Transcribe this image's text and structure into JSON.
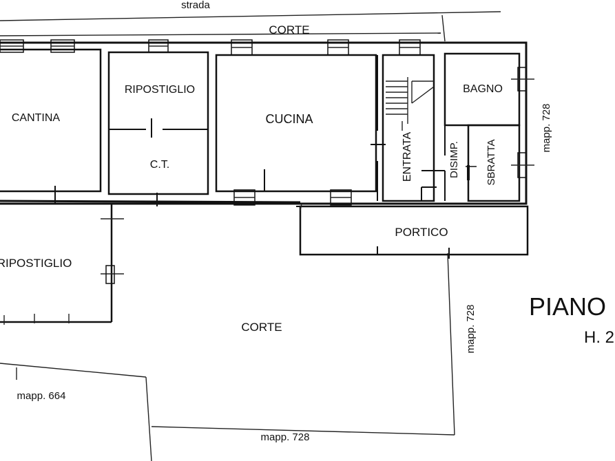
{
  "labels": {
    "strada": "strada",
    "corte_top": "CORTE",
    "cantina": "CANTINA",
    "ripostiglio_1": "RIPOSTIGLIO",
    "ct": "C.T.",
    "cucina": "CUCINA",
    "entrata": "ENTRATA",
    "disimp": "DISIMP.",
    "bagno": "BAGNO",
    "sbratta": "SBRATTA",
    "portico": "PORTICO",
    "ripostiglio_2": "RIPOSTIGLIO",
    "corte_main": "CORTE",
    "mapp_728_right": "mapp. 728",
    "mapp_728_mid": "mapp. 728",
    "mapp_728_bottom": "mapp. 728",
    "mapp_664": "mapp. 664",
    "piano": "PIANO",
    "height": "H. 2"
  }
}
